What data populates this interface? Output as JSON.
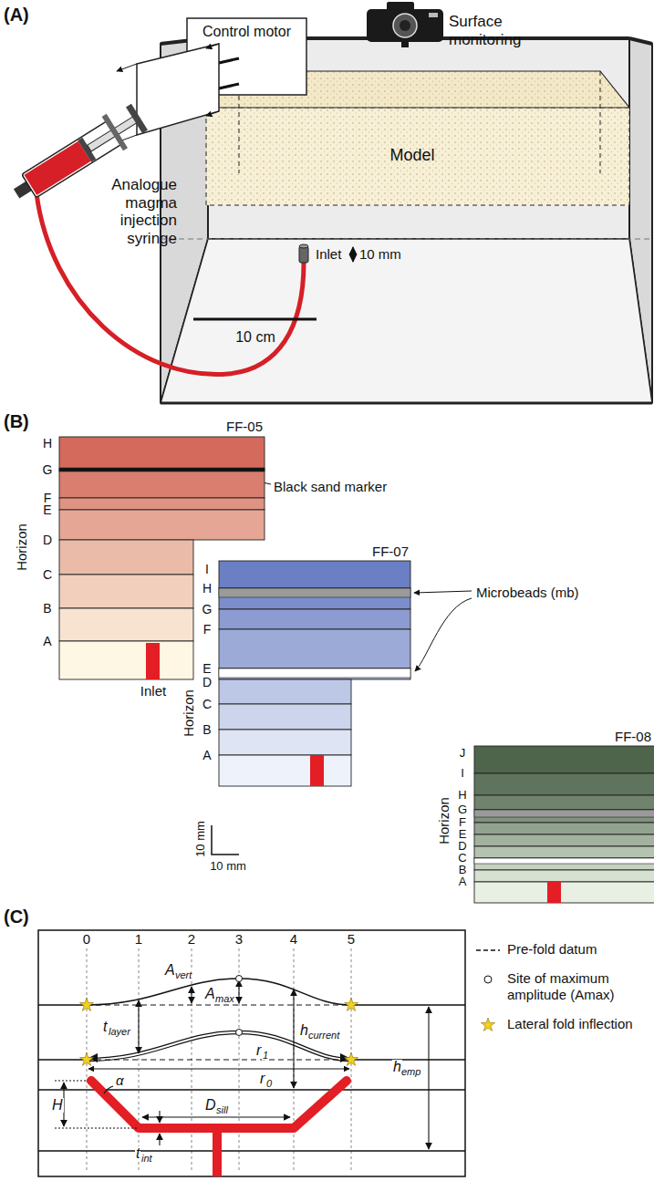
{
  "diagram": {
    "nodes": [
      {
        "text": [
          "Control motor"
        ]
      }
    ],
    "labels": [
      "(A)",
      "Surface monitoring",
      "Analogue magma injection syringe",
      "Model",
      "Inlet",
      "10 mm",
      "10 cm",
      "(B)",
      "FF-05",
      "H",
      "G",
      "F",
      "E",
      "D",
      "C",
      "B",
      "A",
      "Horizon",
      "Black sand marker",
      "Inlet",
      "FF-07",
      "I",
      "H",
      "G",
      "F",
      "E",
      "D",
      "C",
      "B",
      "A",
      "Horizon",
      "Microbeads (mb)",
      "FF-08",
      "J",
      "I",
      "H",
      "G",
      "F",
      "E",
      "D",
      "C",
      "B",
      "A",
      "Horizon",
      "10 mm",
      "10 mm",
      "(C)",
      "0",
      "1",
      "2",
      "3",
      "4",
      "5",
      "A",
      "vert",
      "A",
      "max",
      "t",
      "layer",
      "r",
      "1",
      "h",
      "current",
      "r",
      "0",
      "h",
      "emp",
      "H",
      "α",
      "D",
      "sill",
      "t",
      "int"
    ],
    "legend": [
      {
        "text": "Pre-fold datum"
      },
      {
        "text": "Site of maximum amplitude (Amax)"
      },
      {
        "text": "Lateral fold inflection"
      }
    ]
  }
}
